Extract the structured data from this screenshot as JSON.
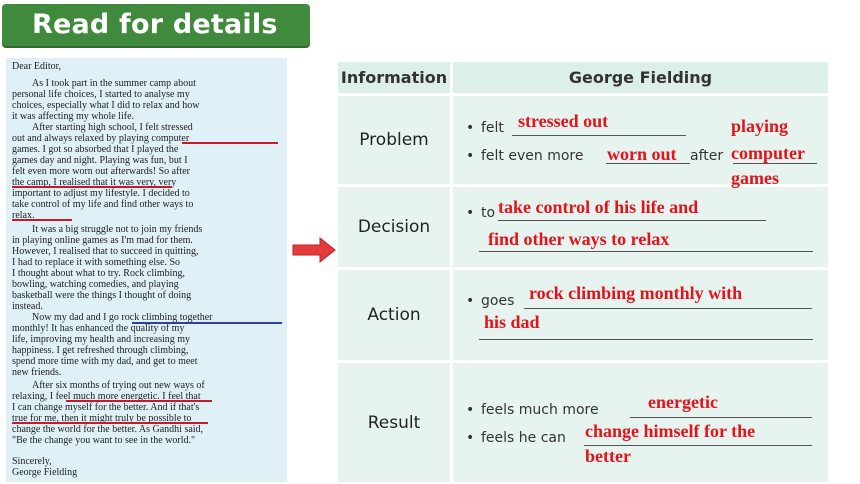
{
  "title": "Read for details",
  "letter": {
    "lines": [
      "Dear Editor,",
      "As I took part in the summer camp about",
      "personal life choices, I started to analyse my",
      "choices, especially what I did to relax and how",
      "it was affecting my whole life.",
      "After starting high school, I felt stressed",
      "out and always relaxed by playing computer",
      "games. I got so absorbed that I played the",
      "games day and night. Playing was fun, but I",
      "felt even more worn out afterwards! So after",
      "the camp, I realised that it was very, very",
      "important to adjust my lifestyle. I decided to",
      "take control of my life and find other ways to",
      "relax.",
      "It was a big struggle not to join my friends",
      "in playing online games as I'm mad for them.",
      "However, I realised that to succeed in quitting,",
      "I had to replace it with something else. So",
      "I thought about what to try. Rock climbing,",
      "bowling, watching comedies, and playing",
      "basketball were the things I thought of doing",
      "instead.",
      "Now my dad and I go rock climbing together",
      "monthly! It has enhanced the quality of my",
      "life, improving my health and increasing my",
      "happiness. I get refreshed through climbing,",
      "spend more time with my dad, and get to meet",
      "new friends.",
      "After six months of trying out new ways of",
      "relaxing, I feel much more energetic. I feel that",
      "I can change myself for the better. And if that's",
      "true for me, then it might truly be possible to",
      "change the world for the better. As Gandhi said,",
      "\"Be the change you want to see in the world.\"",
      "Sincerely,",
      "George Fielding"
    ]
  },
  "table": {
    "headers": [
      "Information",
      "George Fielding"
    ],
    "rows": [
      {
        "label": "Problem",
        "prompts": [
          "felt",
          "felt even more",
          "after"
        ],
        "answers": [
          "stressed out",
          "worn out",
          "playing",
          "computer",
          "games"
        ]
      },
      {
        "label": "Decision",
        "prompts": [
          "to"
        ],
        "answers": [
          "take control of his life and",
          "find other ways to relax"
        ]
      },
      {
        "label": "Action",
        "prompts": [
          "goes"
        ],
        "answers": [
          "rock climbing monthly with",
          "his dad"
        ]
      },
      {
        "label": "Result",
        "prompts": [
          "feels much more",
          "feels he can"
        ],
        "answers": [
          "energetic",
          "change himself for the",
          "better"
        ]
      }
    ],
    "bullet": "•"
  },
  "colors": {
    "banner": "#3f8a3c",
    "answer": "#e3121b",
    "letter_bg": "#dff0f6",
    "table_bg": "#e6f3ee"
  }
}
